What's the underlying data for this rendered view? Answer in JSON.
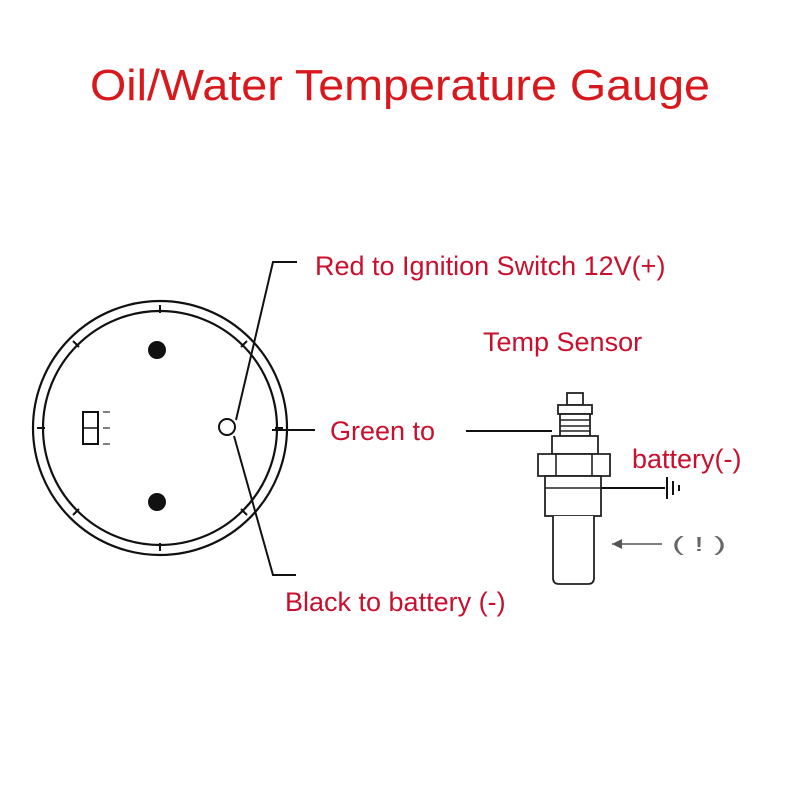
{
  "title": "Oil/Water Temperature Gauge",
  "labels": {
    "red_wire": "Red to Ignition Switch 12V(+)",
    "sensor": "Temp Sensor",
    "green_wire": "Green to",
    "battery_neg": "battery(-)",
    "black_wire": "Black to battery (-)",
    "sensor_mark": "( ! )"
  },
  "colors": {
    "title": "#d8181c",
    "label": "#c8102e",
    "line": "#111111"
  },
  "icons": {
    "gauge_back": "gauge-back-circle-icon",
    "sensor": "temperature-sensor-icon",
    "ground": "ground-symbol-icon"
  }
}
